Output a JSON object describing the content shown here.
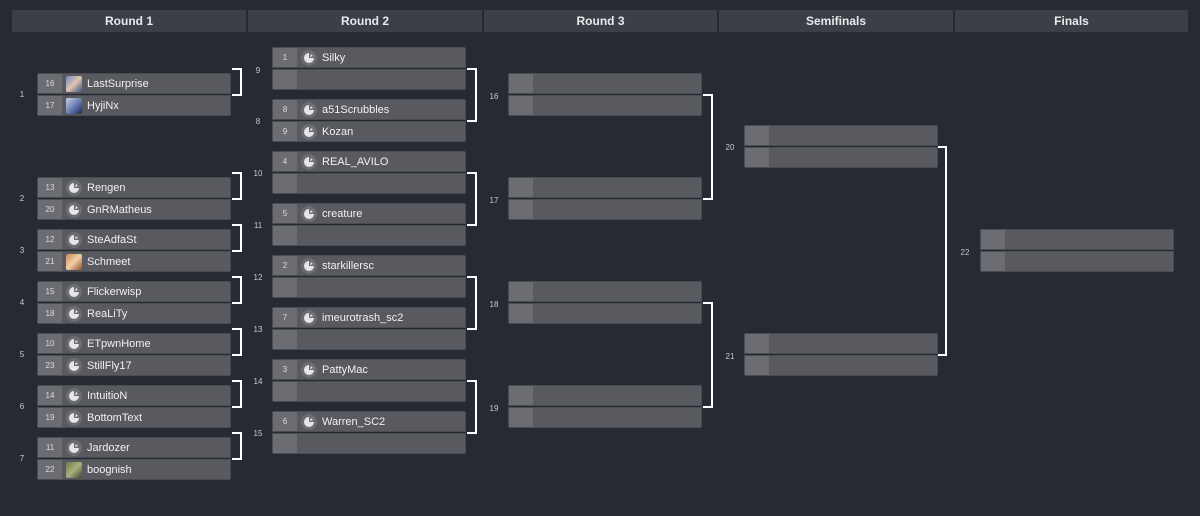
{
  "round_headers": [
    "Round 1",
    "Round 2",
    "Round 3",
    "Semifinals",
    "Finals"
  ],
  "matches": {
    "m1": {
      "number": "1",
      "top": {
        "seed": "16",
        "name": "LastSurprise",
        "avatar": "player-photo"
      },
      "bottom": {
        "seed": "17",
        "name": "HyjiNx",
        "avatar": "player-photo"
      }
    },
    "m2": {
      "number": "2",
      "top": {
        "seed": "13",
        "name": "Rengen",
        "avatar": "race-logo-icon"
      },
      "bottom": {
        "seed": "20",
        "name": "GnRMatheus",
        "avatar": "race-logo-icon"
      }
    },
    "m3": {
      "number": "3",
      "top": {
        "seed": "12",
        "name": "SteAdfaSt",
        "avatar": "race-logo-icon"
      },
      "bottom": {
        "seed": "21",
        "name": "Schmeet",
        "avatar": "player-photo"
      }
    },
    "m4": {
      "number": "4",
      "top": {
        "seed": "15",
        "name": "Flickerwisp",
        "avatar": "race-logo-icon"
      },
      "bottom": {
        "seed": "18",
        "name": "ReaLiTy",
        "avatar": "race-logo-icon"
      }
    },
    "m5": {
      "number": "5",
      "top": {
        "seed": "10",
        "name": "ETpwnHome",
        "avatar": "race-logo-icon"
      },
      "bottom": {
        "seed": "23",
        "name": "StillFly17",
        "avatar": "race-logo-icon"
      }
    },
    "m6": {
      "number": "6",
      "top": {
        "seed": "14",
        "name": "IntuitioN",
        "avatar": "race-logo-icon"
      },
      "bottom": {
        "seed": "19",
        "name": "BottomText",
        "avatar": "race-logo-icon"
      }
    },
    "m7": {
      "number": "7",
      "top": {
        "seed": "11",
        "name": "Jardozer",
        "avatar": "race-logo-icon"
      },
      "bottom": {
        "seed": "22",
        "name": "boognish",
        "avatar": "player-photo"
      }
    },
    "m8": {
      "number": "8",
      "top": {
        "seed": "8",
        "name": "a51Scrubbles",
        "avatar": "race-logo-icon"
      },
      "bottom": {
        "seed": "9",
        "name": "Kozan",
        "avatar": "race-logo-icon"
      }
    },
    "m9": {
      "number": "9",
      "top": {
        "seed": "1",
        "name": "Silky",
        "avatar": "race-logo-icon"
      },
      "bottom": {
        "seed": "",
        "name": "",
        "avatar": ""
      }
    },
    "m10": {
      "number": "10",
      "top": {
        "seed": "4",
        "name": "REAL_AVILO",
        "avatar": "race-logo-icon"
      },
      "bottom": {
        "seed": "",
        "name": "",
        "avatar": ""
      }
    },
    "m11": {
      "number": "11",
      "top": {
        "seed": "5",
        "name": "creature",
        "avatar": "race-logo-icon"
      },
      "bottom": {
        "seed": "",
        "name": "",
        "avatar": ""
      }
    },
    "m12": {
      "number": "12",
      "top": {
        "seed": "2",
        "name": "starkillersc",
        "avatar": "race-logo-icon"
      },
      "bottom": {
        "seed": "",
        "name": "",
        "avatar": ""
      }
    },
    "m13": {
      "number": "13",
      "top": {
        "seed": "7",
        "name": "imeurotrash_sc2",
        "avatar": "race-logo-icon"
      },
      "bottom": {
        "seed": "",
        "name": "",
        "avatar": ""
      }
    },
    "m14": {
      "number": "14",
      "top": {
        "seed": "3",
        "name": "PattyMac",
        "avatar": "race-logo-icon"
      },
      "bottom": {
        "seed": "",
        "name": "",
        "avatar": ""
      }
    },
    "m15": {
      "number": "15",
      "top": {
        "seed": "6",
        "name": "Warren_SC2",
        "avatar": "race-logo-icon"
      },
      "bottom": {
        "seed": "",
        "name": "",
        "avatar": ""
      }
    },
    "m16": {
      "number": "16",
      "top": {
        "seed": "",
        "name": "",
        "avatar": ""
      },
      "bottom": {
        "seed": "",
        "name": "",
        "avatar": ""
      }
    },
    "m17": {
      "number": "17",
      "top": {
        "seed": "",
        "name": "",
        "avatar": ""
      },
      "bottom": {
        "seed": "",
        "name": "",
        "avatar": ""
      }
    },
    "m18": {
      "number": "18",
      "top": {
        "seed": "",
        "name": "",
        "avatar": ""
      },
      "bottom": {
        "seed": "",
        "name": "",
        "avatar": ""
      }
    },
    "m19": {
      "number": "19",
      "top": {
        "seed": "",
        "name": "",
        "avatar": ""
      },
      "bottom": {
        "seed": "",
        "name": "",
        "avatar": ""
      }
    },
    "m20": {
      "number": "20",
      "top": {
        "seed": "",
        "name": "",
        "avatar": ""
      },
      "bottom": {
        "seed": "",
        "name": "",
        "avatar": ""
      }
    },
    "m21": {
      "number": "21",
      "top": {
        "seed": "",
        "name": "",
        "avatar": ""
      },
      "bottom": {
        "seed": "",
        "name": "",
        "avatar": ""
      }
    },
    "m22": {
      "number": "22",
      "top": {
        "seed": "",
        "name": "",
        "avatar": ""
      },
      "bottom": {
        "seed": "",
        "name": "",
        "avatar": ""
      }
    }
  }
}
